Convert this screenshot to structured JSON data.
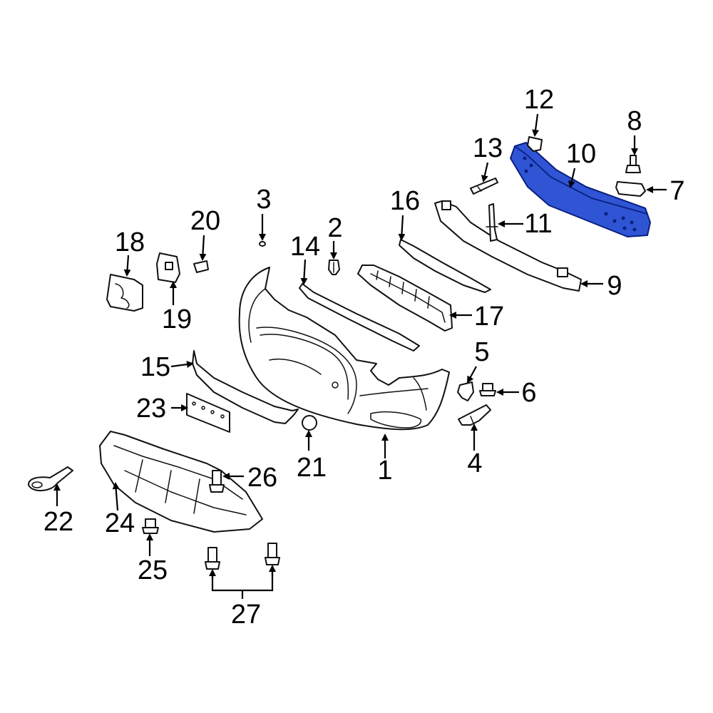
{
  "diagram": {
    "highlight_color": "#2f55d4",
    "highlighted_part": "10",
    "callouts": [
      "1",
      "2",
      "3",
      "4",
      "5",
      "6",
      "7",
      "8",
      "9",
      "10",
      "11",
      "12",
      "13",
      "14",
      "15",
      "16",
      "17",
      "18",
      "19",
      "20",
      "21",
      "22",
      "23",
      "24",
      "25",
      "26",
      "27"
    ]
  }
}
